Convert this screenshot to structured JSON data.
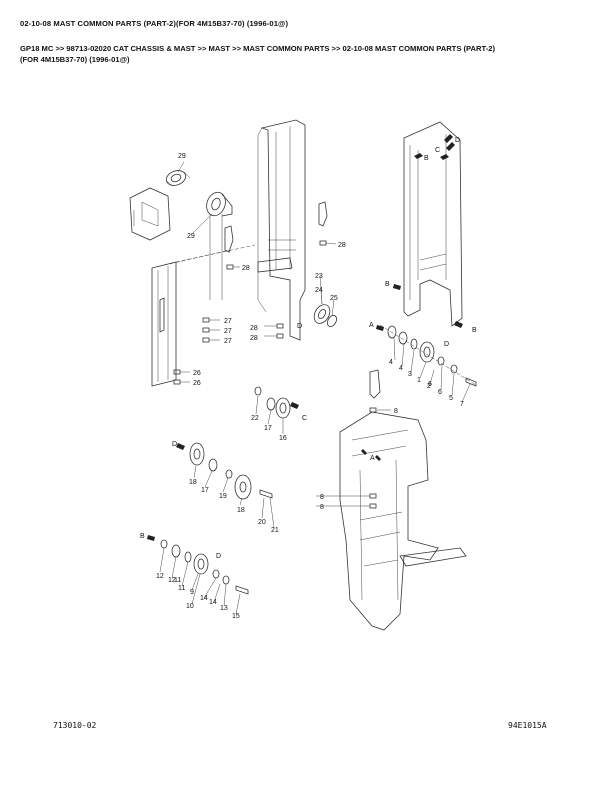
{
  "header": {
    "title": "02-10-08 MAST COMMON PARTS (PART-2)(FOR 4M15B37-70) (1996-01@)",
    "breadcrumb_line1": "GP18 MC >> 98713-02020 CAT CHASSIS & MAST >> MAST >> MAST COMMON PARTS >> 02-10-08 MAST COMMON PARTS (PART-2)",
    "breadcrumb_line2": "(FOR 4M15B37-70) (1996-01@)"
  },
  "footer": {
    "left_code": "713010-02",
    "right_code": "94E1015A"
  },
  "callouts": {
    "n29a": "29",
    "n29b": "29",
    "n28a": "28",
    "n28b": "28",
    "n28c": "28",
    "n28d": "28",
    "n27a": "27",
    "n27b": "27",
    "n27c": "27",
    "n26a": "26",
    "n26b": "26",
    "n23": "23",
    "n24": "24",
    "n25": "25",
    "n4a": "4",
    "n4b": "4",
    "n3": "3",
    "n1": "1",
    "n2": "2",
    "n6a": "6",
    "n6b": "6",
    "n5": "5",
    "n7": "7",
    "n8a": "8",
    "n8b": "8",
    "n8c": "8",
    "n22": "22",
    "n17a": "17",
    "n16a": "16",
    "n18a": "18",
    "n17b": "17",
    "n19": "19",
    "n18b": "18",
    "n20": "20",
    "n21": "21",
    "n12a": "12",
    "n12b": "12",
    "n11a": "11",
    "n11b": "11",
    "n9": "9",
    "n10": "10",
    "n14a": "14",
    "n14b": "14",
    "n13": "13",
    "n15": "15"
  },
  "view_markers": {
    "A1": "A",
    "A2": "A",
    "B1": "B",
    "B2": "B",
    "B3": "B",
    "B4": "B",
    "C1": "C",
    "C2": "C",
    "D1": "D",
    "D2": "D",
    "D3": "D",
    "D4": "D",
    "D5": "D"
  }
}
